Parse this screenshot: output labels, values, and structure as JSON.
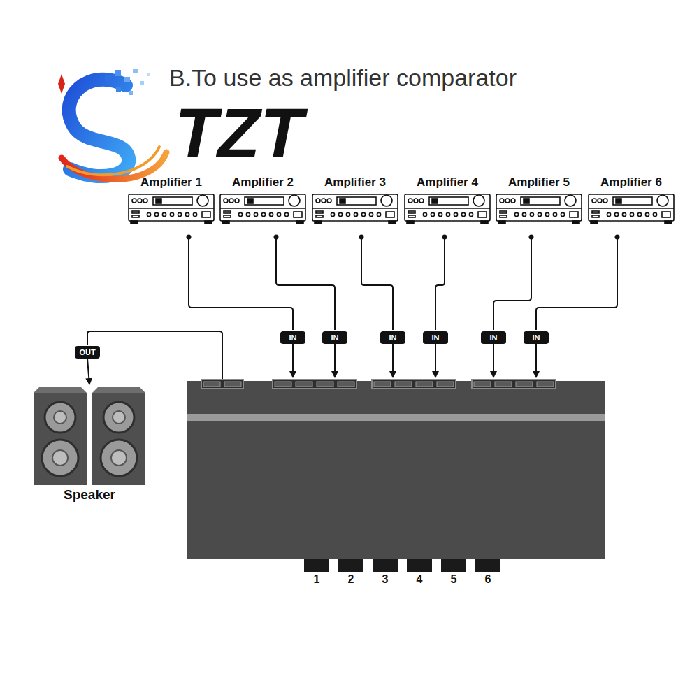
{
  "diagram": {
    "title": "B.To use as amplifier comparator",
    "nodes": [
      {
        "text": [
          "Amplifier 1"
        ]
      },
      {
        "text": [
          "Amplifier 2"
        ]
      },
      {
        "text": [
          "Amplifier 3"
        ]
      },
      {
        "text": [
          "Amplifier 4"
        ]
      },
      {
        "text": [
          "Amplifier 5"
        ]
      },
      {
        "text": [
          "Amplifier 6"
        ]
      },
      {
        "text": [
          "IN"
        ]
      },
      {
        "text": [
          "IN"
        ]
      },
      {
        "text": [
          "IN"
        ]
      },
      {
        "text": [
          "IN"
        ]
      },
      {
        "text": [
          "IN"
        ]
      },
      {
        "text": [
          "IN"
        ]
      },
      {
        "text": [
          "OUT"
        ]
      },
      {
        "text": [
          "Speaker"
        ]
      }
    ],
    "edges": [
      {
        "from": 0,
        "to": 6,
        "arrow": "none"
      },
      {
        "from": 1,
        "to": 7,
        "arrow": "none"
      },
      {
        "from": 2,
        "to": 8,
        "arrow": "none"
      },
      {
        "from": 3,
        "to": 9,
        "arrow": "none"
      },
      {
        "from": 4,
        "to": 10,
        "arrow": "none"
      },
      {
        "from": 5,
        "to": 11,
        "arrow": "none"
      },
      {
        "from": 12,
        "to": 13,
        "arrow": "to"
      }
    ],
    "labels": [
      "TZT",
      "1",
      "2",
      "3",
      "4",
      "5",
      "6"
    ]
  }
}
